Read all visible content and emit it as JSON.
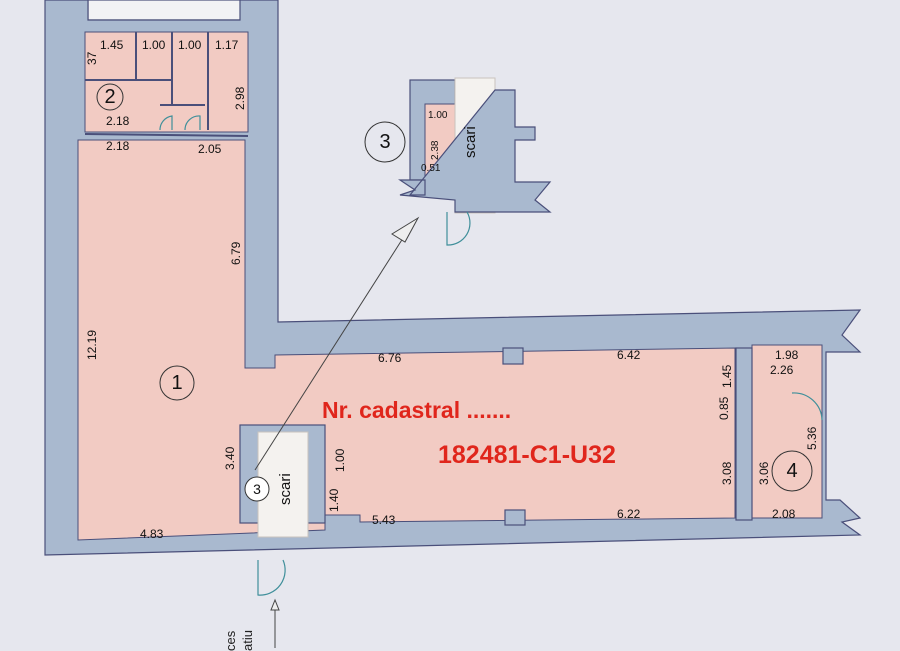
{
  "title": {
    "line1": "Nr. cadastral .......",
    "line2": "182481-C1-U32"
  },
  "rooms": [
    "1",
    "2",
    "3",
    "3",
    "4"
  ],
  "stairs_label": "scari",
  "entrance_label": [
    "ces",
    "atiu"
  ],
  "dimensions": [
    "1.45",
    "1.00",
    "1.00",
    "1.17",
    "37",
    "2.98",
    "2.18",
    "2.18",
    "2.05",
    "6.79",
    "12.19",
    "3.40",
    "4.83",
    "6.76",
    "6.42",
    "1.45",
    "0.85",
    "3.08",
    "1.98",
    "2.26",
    "5.36",
    "3.06",
    "2.08",
    "5.43",
    "6.22",
    "1.00",
    "1.40",
    "1.00",
    "2.38",
    "0.51"
  ],
  "colors": {
    "wall": "#a9b9cf",
    "room": "#f2cbc3",
    "background": "#e6e7ee",
    "title": "#e0261c"
  }
}
